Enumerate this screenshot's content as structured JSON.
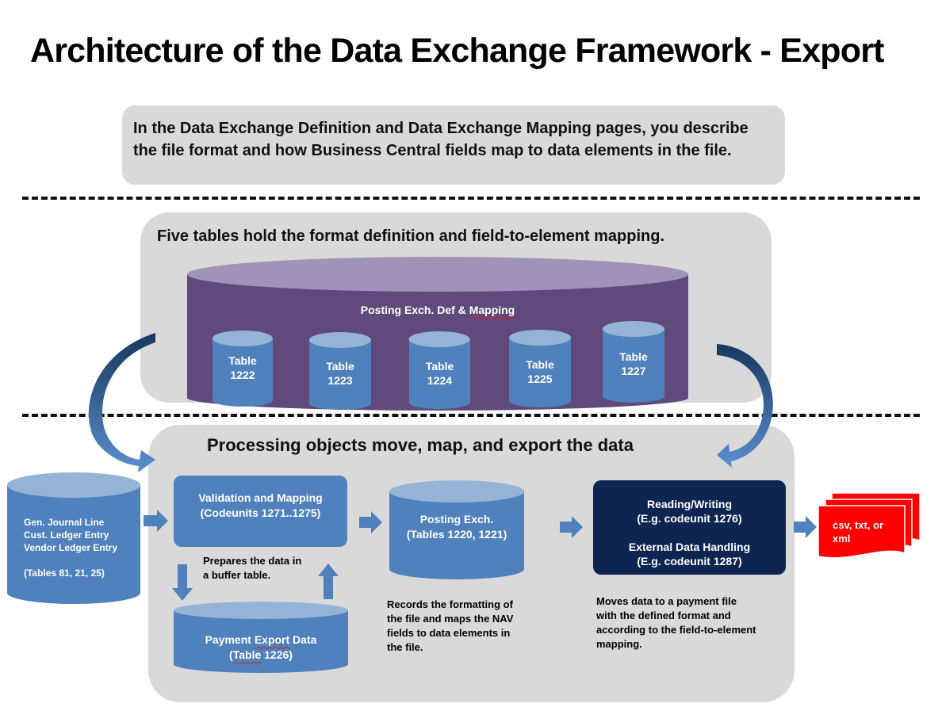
{
  "title": "Architecture of the Data Exchange Framework - Export",
  "intro": "In the Data Exchange Definition and Data Exchange Mapping pages, you describe the file format and how Business Central fields map to data elements in the file.",
  "definition_section": {
    "heading": "Five tables hold the format definition and field-to-element mapping.",
    "database_label_prefix": "Posting Exch. Def & ",
    "database_label_squiggle": "Mapping",
    "tables": [
      {
        "line1": "Table",
        "line2": "1222"
      },
      {
        "line1": "Table",
        "line2": "1223"
      },
      {
        "line1": "Table",
        "line2": "1224"
      },
      {
        "line1": "Table",
        "line2": "1225"
      },
      {
        "line1": "Table",
        "line2": "1227"
      }
    ]
  },
  "processing_section": {
    "heading": "Processing objects move, map, and export the data",
    "source": {
      "line1": "Gen. Journal Line",
      "line2": "Cust. Ledger Entry",
      "line3": "Vendor Ledger Entry",
      "line4": "(Tables 81, 21, 25)"
    },
    "validation": {
      "line1": "Validation and Mapping",
      "line2": "(Codeunits 1271..1275)",
      "note_line1": "Prepares the data in",
      "note_line2": "a buffer table."
    },
    "payment_export": {
      "line1_prefix": "Payment ",
      "line1_squiggle": "Export",
      "line1_suffix": " Data",
      "line2_prefix": "(",
      "line2_squiggle": "Table",
      "line2_suffix": " 1226)"
    },
    "posting_exch": {
      "line1": "Posting Exch.",
      "line2": "(Tables 1220, 1221)",
      "note": [
        "Records the formatting of",
        "the file and maps the NAV",
        "fields to data elements in",
        "the file."
      ]
    },
    "reading_writing": {
      "line1": "Reading/Writing",
      "line2": "(E.g. codeunit 1276)",
      "line3": "External Data Handling",
      "line4": "(E.g. codeunit 1287)",
      "note": [
        "Moves data to a payment file",
        "with the defined format and",
        "according to the field-to-element",
        "mapping."
      ]
    },
    "output": {
      "line1": "csv, txt, or",
      "line2": "xml"
    }
  },
  "colors": {
    "panel_gray": "#d9d9d9",
    "cylinder_blue": "#4f81bd",
    "cylinder_top": "#95b3d7",
    "purple_body": "#604a7b",
    "purple_top": "#a093b7",
    "navy": "#0e2552",
    "output_red": "#ff0000"
  }
}
